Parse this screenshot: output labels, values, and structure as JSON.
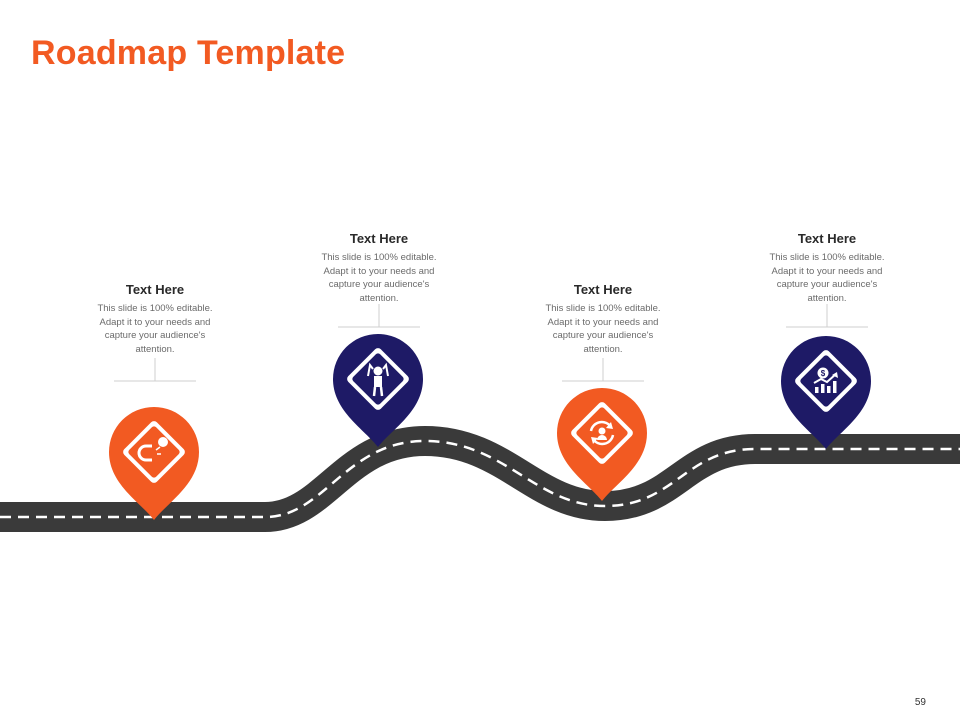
{
  "slide": {
    "title": "Roadmap Template",
    "page_number": "59"
  },
  "colors": {
    "title": "#f25a22",
    "orange": "#f25a22",
    "navy": "#1e1a66",
    "road": "#3a3a3a"
  },
  "milestones": [
    {
      "heading": "Text Here",
      "text": "This slide is 100% editable. Adapt it to your needs and capture your audience's attention.",
      "icon": "magnet-person-icon",
      "color": "orange"
    },
    {
      "heading": "Text Here",
      "text": "This slide is 100% editable. Adapt it to your needs and capture your audience's attention.",
      "icon": "stressed-person-icon",
      "color": "navy"
    },
    {
      "heading": "Text Here",
      "text": "This slide is 100% editable. Adapt it to your needs and capture your audience's attention.",
      "icon": "person-cycle-icon",
      "color": "orange"
    },
    {
      "heading": "Text Here",
      "text": "This slide is 100% editable. Adapt it to your needs and capture your audience's attention.",
      "icon": "dollar-growth-chart-icon",
      "color": "navy"
    }
  ]
}
